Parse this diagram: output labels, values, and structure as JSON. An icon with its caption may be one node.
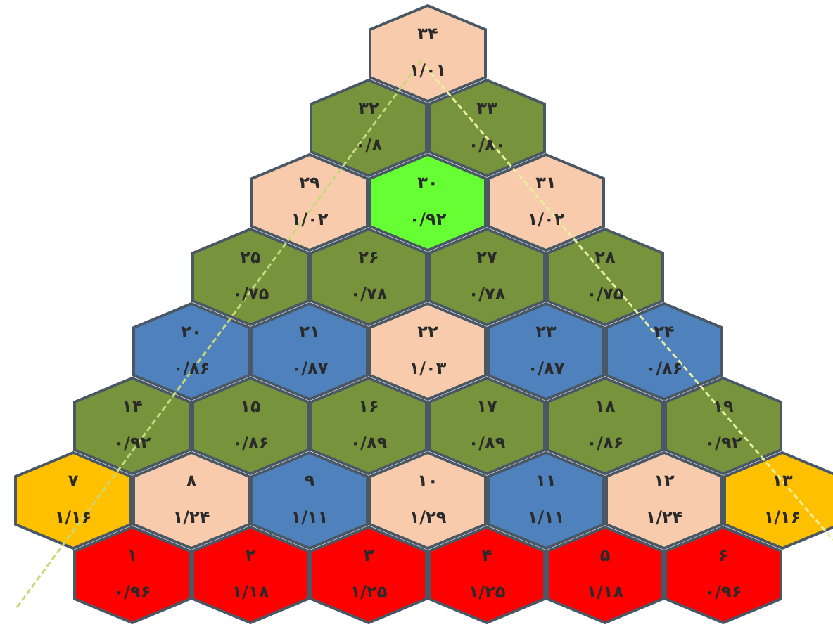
{
  "diagram": {
    "nodes": [
      {
        "text": [
          "۳۴",
          "۱/۰۱"
        ]
      },
      {
        "text": [
          "۳۲",
          "۰/۸"
        ]
      },
      {
        "text": [
          "۳۳",
          "۰/۸۰"
        ]
      },
      {
        "text": [
          "۲۹",
          "۱/۰۲"
        ]
      },
      {
        "text": [
          "۳۰",
          "۰/۹۲"
        ]
      },
      {
        "text": [
          "۳۱",
          "۱/۰۲"
        ]
      },
      {
        "text": [
          "۲۵",
          "۰/۷۵"
        ]
      },
      {
        "text": [
          "۲۶",
          "۰/۷۸"
        ]
      },
      {
        "text": [
          "۲۷",
          "۰/۷۸"
        ]
      },
      {
        "text": [
          "۲۸",
          "۰/۷۵"
        ]
      },
      {
        "text": [
          "۲۰",
          "۰/۸۶"
        ]
      },
      {
        "text": [
          "۲۱",
          "۰/۸۷"
        ]
      },
      {
        "text": [
          "۲۲",
          "۱/۰۳"
        ]
      },
      {
        "text": [
          "۲۳",
          "۰/۸۷"
        ]
      },
      {
        "text": [
          "۲۴",
          "۰/۸۶"
        ]
      },
      {
        "text": [
          "۱۴",
          "۰/۹۲"
        ]
      },
      {
        "text": [
          "۱۵",
          "۰/۸۶"
        ]
      },
      {
        "text": [
          "۱۶",
          "۰/۸۹"
        ]
      },
      {
        "text": [
          "۱۷",
          "۰/۸۹"
        ]
      },
      {
        "text": [
          "۱۸",
          "۰/۸۶"
        ]
      },
      {
        "text": [
          "۱۹",
          "۰/۹۲"
        ]
      },
      {
        "text": [
          "۷",
          "۱/۱۶"
        ]
      },
      {
        "text": [
          "۸",
          "۱/۲۴"
        ]
      },
      {
        "text": [
          "۹",
          "۱/۱۱"
        ]
      },
      {
        "text": [
          "۱۰",
          "۱/۲۹"
        ]
      },
      {
        "text": [
          "۱۱",
          "۱/۱۱"
        ]
      },
      {
        "text": [
          "۱۲",
          "۱/۲۴"
        ]
      },
      {
        "text": [
          "۱۳",
          "۱/۱۶"
        ]
      },
      {
        "text": [
          "۱",
          "۰/۹۶"
        ]
      },
      {
        "text": [
          "۲",
          "۱/۱۸"
        ]
      },
      {
        "text": [
          "۳",
          "۱/۲۵"
        ]
      },
      {
        "text": [
          "۴",
          "۱/۲۵"
        ]
      },
      {
        "text": [
          "۵",
          "۱/۱۸"
        ]
      },
      {
        "text": [
          "۶",
          "۰/۹۶"
        ]
      }
    ]
  }
}
